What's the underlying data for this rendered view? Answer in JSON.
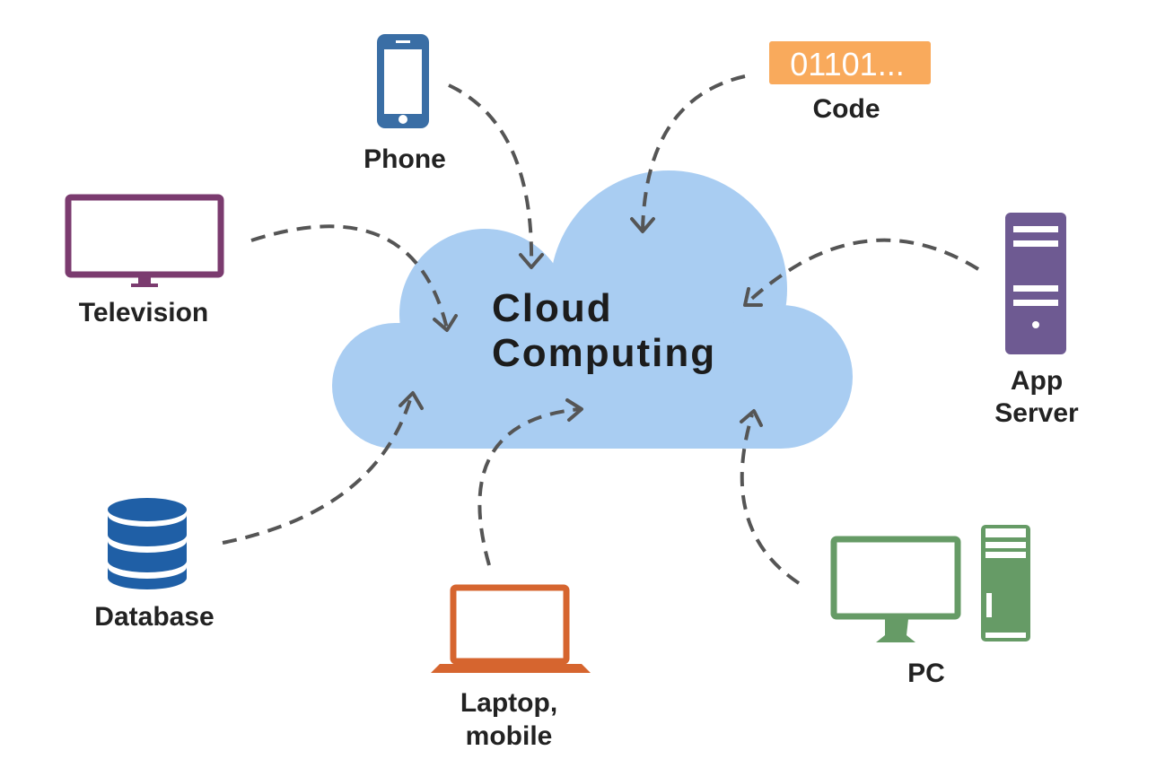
{
  "diagram": {
    "center": {
      "line1": "Cloud",
      "line2": "Computing",
      "color": "#a9cdf2"
    },
    "nodes": {
      "phone": {
        "label": "Phone",
        "color": "#3a6ea5"
      },
      "code": {
        "label": "Code",
        "badge": "01101...",
        "color": "#f9aa5c"
      },
      "television": {
        "label": "Television",
        "color": "#7b3b6f"
      },
      "app_server": {
        "label_line1": "App",
        "label_line2": "Server",
        "color": "#6e5a92"
      },
      "database": {
        "label": "Database",
        "color": "#1f5fa6"
      },
      "laptop": {
        "label_line1": "Laptop,",
        "label_line2": "mobile",
        "color": "#d6652f"
      },
      "pc": {
        "label": "PC",
        "color": "#669b66"
      }
    },
    "arrow_color": "#555555"
  }
}
